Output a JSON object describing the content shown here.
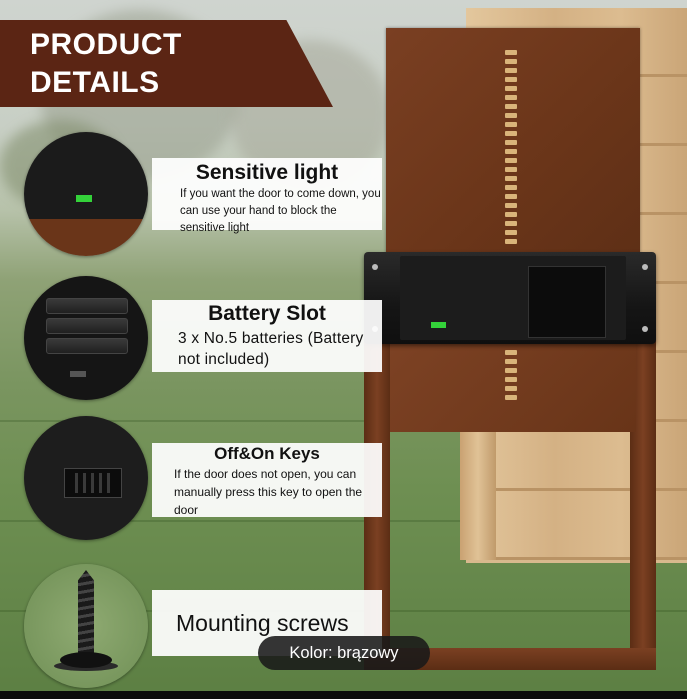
{
  "header": {
    "title": "PRODUCT\nDETAILS"
  },
  "features": [
    {
      "title": "Sensitive light",
      "text": "If you want the door to come down, you can use your hand to block the sensitive light"
    },
    {
      "title": "Battery Slot",
      "text": "3 x No.5 batteries (Battery not included)"
    },
    {
      "title": "Off&On Keys",
      "text": "If the door does not open, you can manually press this key to open the door"
    },
    {
      "title": "Mounting screws",
      "text": ""
    }
  ],
  "variant": {
    "label": "Kolor: brązowy"
  },
  "colors": {
    "brand_brown": "#5b2514",
    "door_brown": "#6a3519",
    "led_green": "#34d23a",
    "wood": "#d8b98d",
    "tag_bg": "#191919"
  },
  "icons": [
    "sensor-icon",
    "battery-slot-icon",
    "power-key-icon",
    "screw-icon"
  ]
}
